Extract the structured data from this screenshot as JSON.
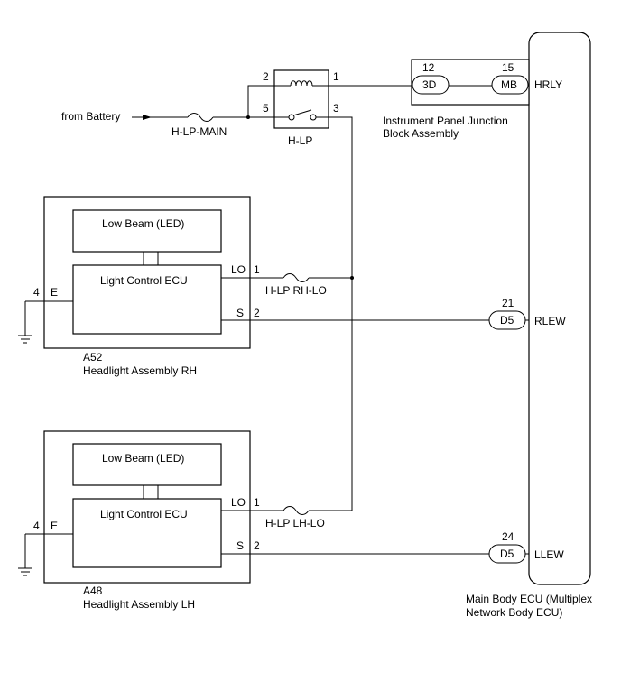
{
  "source": {
    "label": "from Battery"
  },
  "fuses": {
    "main": "H-LP-MAIN",
    "rh_lo": "H-LP RH-LO",
    "lh_lo": "H-LP LH-LO"
  },
  "relay": {
    "name": "H-LP",
    "pin_coil_in": "2",
    "pin_coil_out": "1",
    "pin_sw_in": "5",
    "pin_sw_out": "3"
  },
  "junction_block": {
    "name_line1": "Instrument Panel Junction",
    "name_line2": "Block Assembly",
    "pin_left": "12",
    "conn_left": "3D",
    "pin_right": "15",
    "conn_right": "MB"
  },
  "headlight_rh": {
    "code": "A52",
    "name": "Headlight Assembly RH",
    "low_beam": "Low Beam (LED)",
    "ecu": "Light Control ECU",
    "terminal_e_pin": "4",
    "terminal_e": "E",
    "terminal_lo": "LO",
    "terminal_lo_pin": "1",
    "terminal_s": "S",
    "terminal_s_pin": "2"
  },
  "headlight_lh": {
    "code": "A48",
    "name": "Headlight Assembly LH",
    "low_beam": "Low Beam (LED)",
    "ecu": "Light Control ECU",
    "terminal_e_pin": "4",
    "terminal_e": "E",
    "terminal_lo": "LO",
    "terminal_lo_pin": "1",
    "terminal_s": "S",
    "terminal_s_pin": "2"
  },
  "main_body_ecu": {
    "name_line1": "Main Body ECU (Multiplex",
    "name_line2": "Network Body ECU)",
    "hrly": "HRLY",
    "rlew": "RLEW",
    "rlew_pin": "21",
    "rlew_conn": "D5",
    "llew": "LLEW",
    "llew_pin": "24",
    "llew_conn": "D5"
  }
}
